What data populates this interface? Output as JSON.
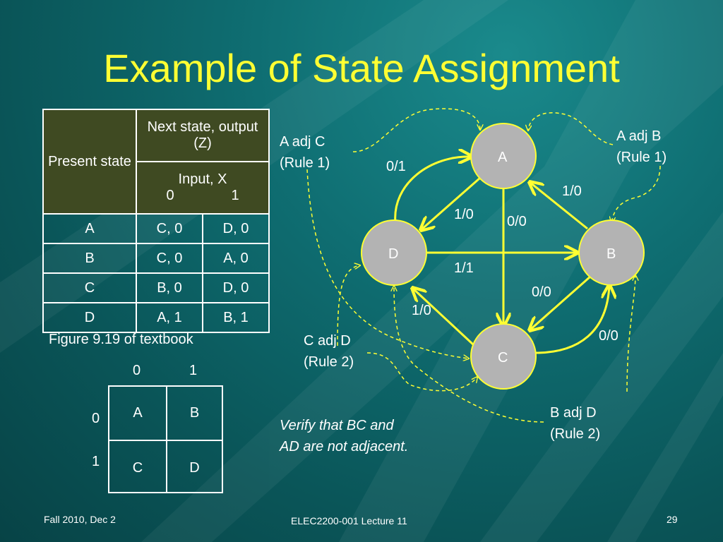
{
  "slide": {
    "title": "Example of State Assignment",
    "colors": {
      "title": "#ffff33",
      "edge": "#ffff33",
      "node_fill": "#b3b3b3",
      "table_header": "#3f4a22"
    }
  },
  "state_table": {
    "present_state_header": "Present state",
    "next_state_header": "Next state, output (Z)",
    "input_header": "Input, X",
    "input_0": "0",
    "input_1": "1",
    "rows": [
      {
        "state": "A",
        "x0": "C, 0",
        "x1": "D, 0"
      },
      {
        "state": "B",
        "x0": "C, 0",
        "x1": "A, 0"
      },
      {
        "state": "C",
        "x0": "B, 0",
        "x1": "D, 0"
      },
      {
        "state": "D",
        "x0": "A, 1",
        "x1": "B, 1"
      }
    ],
    "caption": "Figure 9.19 of textbook"
  },
  "kmap": {
    "col_labels": [
      "0",
      "1"
    ],
    "row_labels": [
      "0",
      "1"
    ],
    "cells": [
      "A",
      "B",
      "C",
      "D"
    ]
  },
  "diagram": {
    "nodes": {
      "A": "A",
      "B": "B",
      "C": "C",
      "D": "D"
    },
    "edge_labels": {
      "d_to_a": "0/1",
      "a_to_d": "1/0",
      "b_to_a": "1/0",
      "a_to_c": "0/0",
      "d_to_b": "1/1",
      "b_to_c": "0/0",
      "c_to_d": "1/0",
      "c_to_b": "0/0"
    },
    "annotations": {
      "a_adj_c": "A adj C\n(Rule 1)",
      "a_adj_b": "A adj B\n(Rule 1)",
      "c_adj_d": "C adj D\n(Rule 2)",
      "b_adj_d": "B adj D\n(Rule 2)",
      "verify": "Verify that BC and\nAD are not adjacent."
    }
  },
  "footer": {
    "left": "Fall 2010, Dec 2",
    "center": "ELEC2200-001 Lecture 11",
    "right": "29"
  }
}
